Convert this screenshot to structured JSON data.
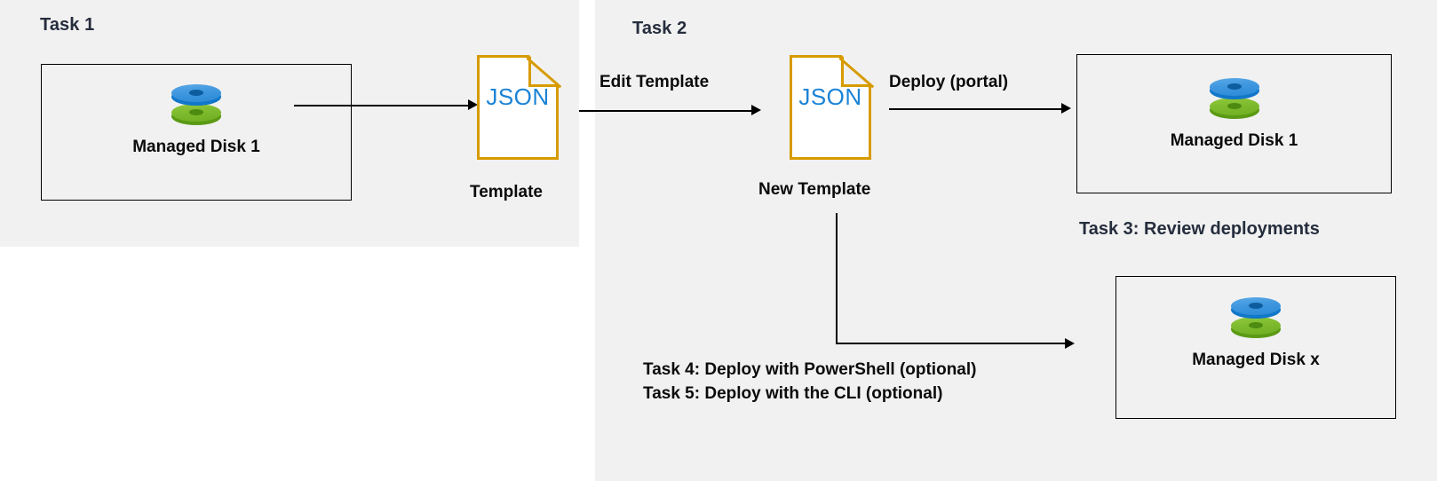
{
  "panels": {
    "task1": {
      "title": "Task 1"
    },
    "task2": {
      "title": "Task 2"
    }
  },
  "labels": {
    "task3": "Task 3: Review deployments",
    "edit_template": "Edit Template",
    "deploy_portal": "Deploy (portal)",
    "task4": "Task 4: Deploy with PowerShell (optional)",
    "task5": "Task 5: Deploy with the CLI (optional)"
  },
  "resources": {
    "managed_disk_left": {
      "name": "Managed Disk 1",
      "icon": "managed-disk-icon"
    },
    "managed_disk_right": {
      "name": "Managed Disk 1",
      "icon": "managed-disk-icon"
    },
    "managed_disk_x": {
      "name": "Managed Disk x",
      "icon": "managed-disk-icon"
    }
  },
  "files": {
    "template": {
      "type_text": "JSON",
      "caption": "Template",
      "icon": "json-file-icon"
    },
    "new_template": {
      "type_text": "JSON",
      "caption": "New Template",
      "icon": "json-file-icon"
    }
  },
  "colors": {
    "panel_background": "#f1f1f1",
    "section_title": "#252d3d",
    "file_border": "#d79b00",
    "json_text": "#1b83d6",
    "disk_blue": "#3f97df",
    "disk_green": "#7fbb2e",
    "stroke": "#000000"
  }
}
